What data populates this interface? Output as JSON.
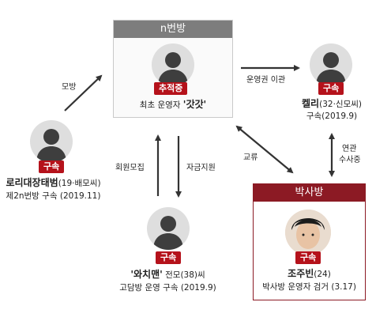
{
  "colors": {
    "badge": "#b5121b",
    "nbeon_header": "#7d7d7d",
    "baksa_header": "#8c1a24",
    "baksa_border": "#8c1a24",
    "arrow": "#333333"
  },
  "nbeon": {
    "title": "n번방",
    "badge": "추적중",
    "line1_plain": "최초 운영자 ",
    "line1_bold": "'갓갓'"
  },
  "kelly": {
    "badge": "구속",
    "name": "켈리",
    "name_rest": "(32·신모씨)",
    "line2": "구속(2019.9)"
  },
  "lori": {
    "badge": "구속",
    "name": "로리대장태범",
    "name_rest": "(19·배모씨)",
    "line2": "제2n번방 구속 (2019.11)"
  },
  "watchman": {
    "badge": "구속",
    "name": "'와치맨'",
    "name_rest": " 전모(38)씨",
    "line2": "고담방 운영 구속 (2019.9)"
  },
  "baksa": {
    "title": "박사방",
    "badge": "구속",
    "name": "조주빈",
    "name_rest": "(24)",
    "line2": "박사방 운영자 검거 (3.17)"
  },
  "edges": {
    "mobang": "모방",
    "transfer": "운영권 이관",
    "recruit": "회원모집",
    "funding": "자금지원",
    "exchange": "교류",
    "related1": "연관",
    "related2": "수사중"
  }
}
